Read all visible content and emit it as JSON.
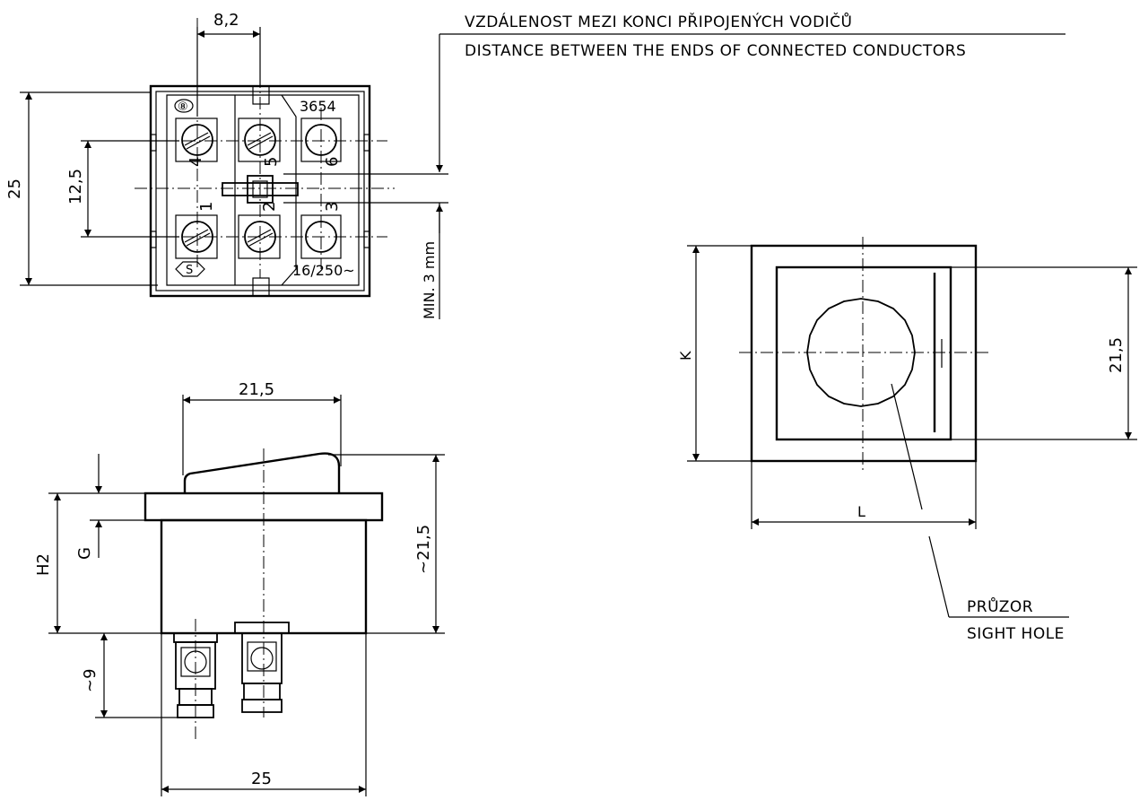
{
  "header": {
    "note_cz": "VZDÁLENOST MEZI KONCI PŘIPOJENÝCH VODIČŮ",
    "note_en": "DISTANCE BETWEEN THE ENDS OF CONNECTED CONDUCTORS"
  },
  "top_view": {
    "dim_width_terminal": "8,2",
    "dim_height": "25",
    "dim_pitch": "12,5",
    "dim_min": "MIN. 3 mm",
    "part_number": "3654",
    "rating": "16/250~",
    "marks": {
      "top": "⑧",
      "bottom": "S"
    },
    "terminals": [
      "4",
      "5",
      "6",
      "1",
      "2",
      "3"
    ]
  },
  "side_view": {
    "dim_rocker": "21,5",
    "dim_height": "~21,5",
    "dim_h2": "H2",
    "dim_g": "G",
    "dim_terminal": "~9",
    "dim_width": "25"
  },
  "cutout_view": {
    "dim_k": "K",
    "dim_l": "L",
    "dim_side": "21,5",
    "sight_hole_cz": "PRŮZOR",
    "sight_hole_en": "SIGHT HOLE"
  }
}
